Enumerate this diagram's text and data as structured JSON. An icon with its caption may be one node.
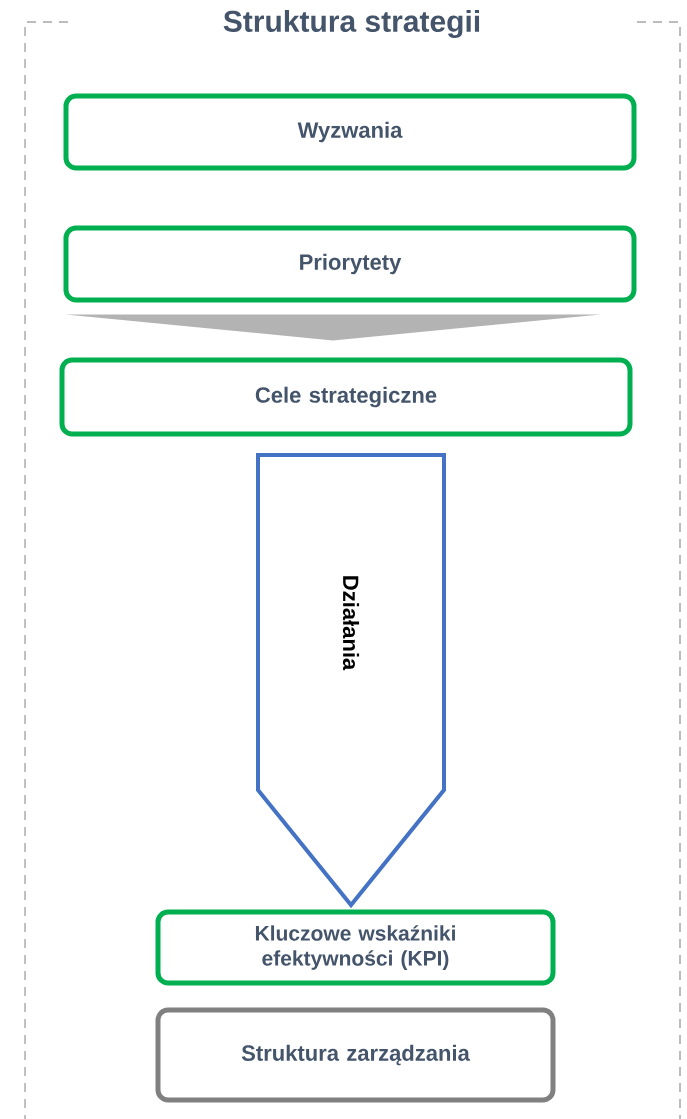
{
  "diagram": {
    "nodes": [
      {
        "text": [
          "Struktura strategii"
        ]
      },
      {
        "text": [
          "Wyzwania"
        ],
        "in": 0
      },
      {
        "text": [
          "Priorytety"
        ],
        "in": 0
      },
      {
        "text": [
          "Cele strategiczne"
        ],
        "in": 0
      },
      {
        "text": [
          "Działania"
        ],
        "in": 0
      },
      {
        "text": [
          "Kluczowe wskaźniki efektywności (KPI)"
        ],
        "in": 0
      },
      {
        "text": [
          "Struktura zarządzania"
        ],
        "in": 0
      }
    ],
    "edges": [
      {
        "from": 2,
        "to": 3,
        "arrow": "to"
      }
    ]
  }
}
